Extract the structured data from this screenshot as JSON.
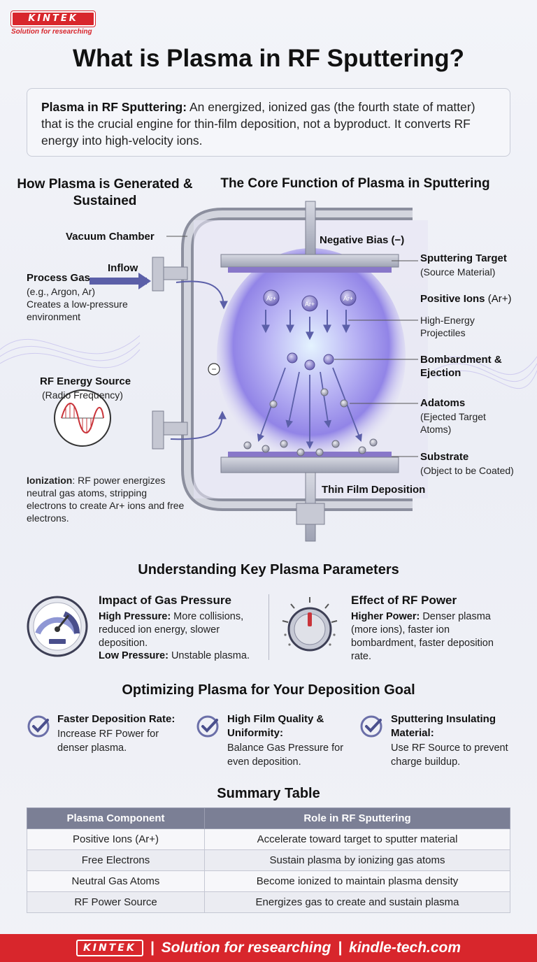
{
  "brand": {
    "logo": "KINTEK",
    "tagline": "Solution for researching"
  },
  "title": "What is Plasma in RF Sputtering?",
  "definition": {
    "term": "Plasma in RF Sputtering:",
    "text": " An energized, ionized gas (the fourth state of matter) that is the crucial engine for thin-film deposition, not a byproduct. It converts RF energy into high-velocity ions."
  },
  "diagram": {
    "left_heading": "How Plasma is Generated & Sustained",
    "right_heading": "The Core Function of Plasma in Sputtering",
    "vacuum_chamber": "Vacuum Chamber",
    "inflow": "Inflow",
    "process_gas": "Process Gas",
    "process_gas_desc": "(e.g., Argon, Ar) Creates a low-pressure environment",
    "rf_source": "RF Energy Source",
    "rf_source_desc": "(Radio Frequency)",
    "ionization_term": "Ionization",
    "ionization_text": ": RF power energizes neutral gas atoms, stripping electrons to create Ar+ ions and free electrons.",
    "negative_bias": "Negative Bias (−)",
    "target": "Sputtering Target",
    "target_desc": "(Source Material)",
    "positive_ions": "Positive Ions",
    "positive_ions_desc": "(Ar+)",
    "projectiles": "High-Energy Projectiles",
    "bombardment": "Bombardment & Ejection",
    "adatoms": "Adatoms",
    "adatoms_desc": "(Ejected Target Atoms)",
    "substrate": "Substrate",
    "substrate_desc": "(Object to be Coated)",
    "thin_film": "Thin Film Deposition",
    "ion_symbol": "Ar+",
    "minus_symbol": "−"
  },
  "parameters": {
    "heading": "Understanding Key Plasma Parameters",
    "pressure": {
      "title": "Impact of Gas Pressure",
      "high_term": "High Pressure:",
      "high_text": " More collisions, reduced ion energy, slower deposition.",
      "low_term": "Low Pressure:",
      "low_text": " Unstable plasma."
    },
    "power": {
      "title": "Effect of RF Power",
      "term": "Higher Power:",
      "text": " Denser plasma (more ions), faster ion bombardment, faster deposition rate."
    }
  },
  "optimizing": {
    "heading": "Optimizing Plasma for Your Deposition Goal",
    "items": [
      {
        "title": "Faster Deposition Rate:",
        "text": "Increase RF Power for denser plasma."
      },
      {
        "title": "High Film Quality & Uniformity:",
        "text": "Balance Gas Pressure for even deposition."
      },
      {
        "title": "Sputtering Insulating Material:",
        "text": "Use RF Source to prevent charge buildup."
      }
    ]
  },
  "summary": {
    "heading": "Summary Table",
    "columns": [
      "Plasma Component",
      "Role in RF Sputtering"
    ],
    "rows": [
      [
        "Positive Ions (Ar+)",
        "Accelerate toward target to sputter material"
      ],
      [
        "Free Electrons",
        "Sustain plasma by ionizing gas atoms"
      ],
      [
        "Neutral Gas Atoms",
        "Become ionized to maintain plasma density"
      ],
      [
        "RF Power Source",
        "Energizes gas to create and sustain plasma"
      ]
    ]
  },
  "footer": {
    "logo": "KINTEK",
    "sep": "|",
    "tagline": "Solution for researching",
    "url": "kindle-tech.com"
  },
  "colors": {
    "brand_red": "#d8262c",
    "plasma_purple": "#8a7fe0",
    "arrow_blue": "#5b5fa8"
  }
}
